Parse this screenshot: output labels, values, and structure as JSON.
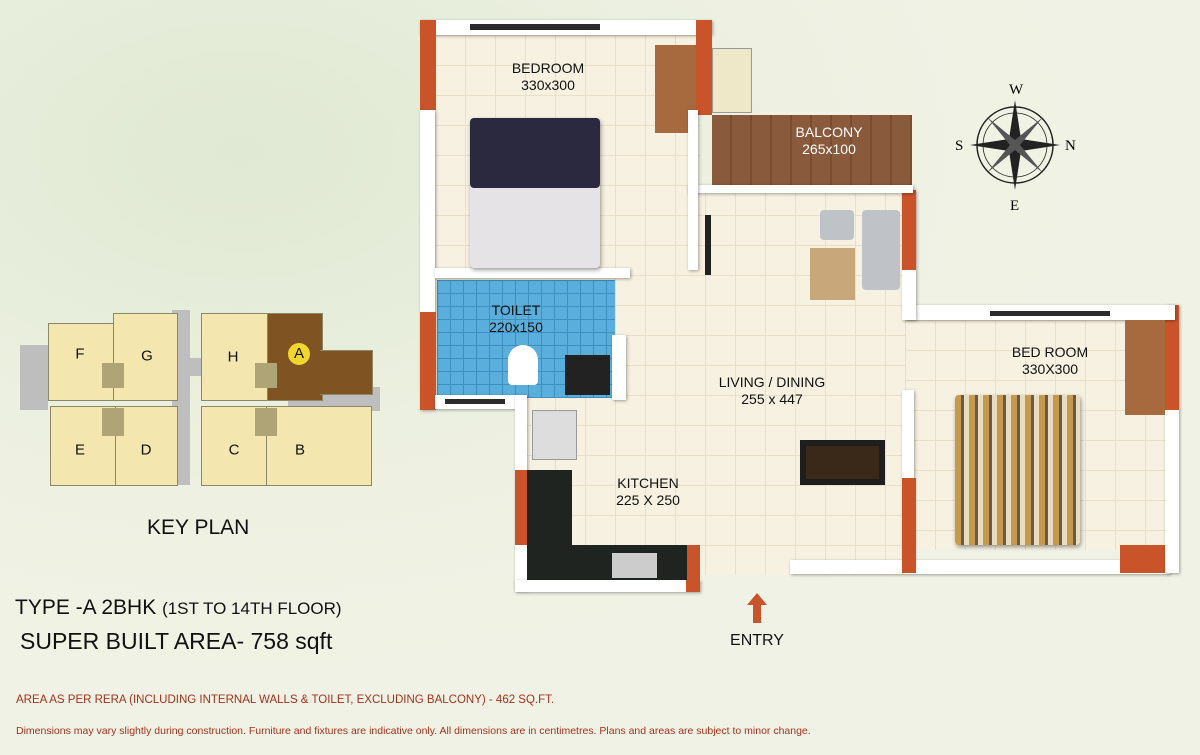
{
  "rooms": {
    "bedroom1": {
      "name": "BEDROOM",
      "size": "330x300"
    },
    "balcony": {
      "name": "BALCONY",
      "size": "265x100"
    },
    "toilet": {
      "name": "TOILET",
      "size": "220x150"
    },
    "living": {
      "name": "LIVING / DINING",
      "size": "255 x 447"
    },
    "bedroom2": {
      "name": "BED ROOM",
      "size": "330X300"
    },
    "kitchen": {
      "name": "KITCHEN",
      "size": "225 X 250"
    }
  },
  "entry_label": "ENTRY",
  "compass": {
    "w": "W",
    "s": "S",
    "n": "N",
    "e": "E"
  },
  "key_plan": {
    "title": "KEY PLAN",
    "units": [
      "F",
      "G",
      "H",
      "A",
      "E",
      "D",
      "C",
      "B"
    ],
    "highlighted": "A",
    "highlight_color": "#7f5322"
  },
  "type_title": "TYPE -A 2BHK",
  "type_floors": "(1ST TO 14TH FLOOR)",
  "super_built_area": "SUPER BUILT AREA- 758 sqft",
  "rera_note": "AREA AS PER RERA (INCLUDING INTERNAL WALLS & TOILET, EXCLUDING BALCONY) - 462 SQ.FT.",
  "disclaimer": "Dimensions may vary slightly during construction. Furniture and fixtures are indicative only. All dimensions are in centimetres. Plans and areas are subject to minor change.",
  "colors": {
    "wall_accent": "#c9542a",
    "note_text": "#a2331c"
  }
}
